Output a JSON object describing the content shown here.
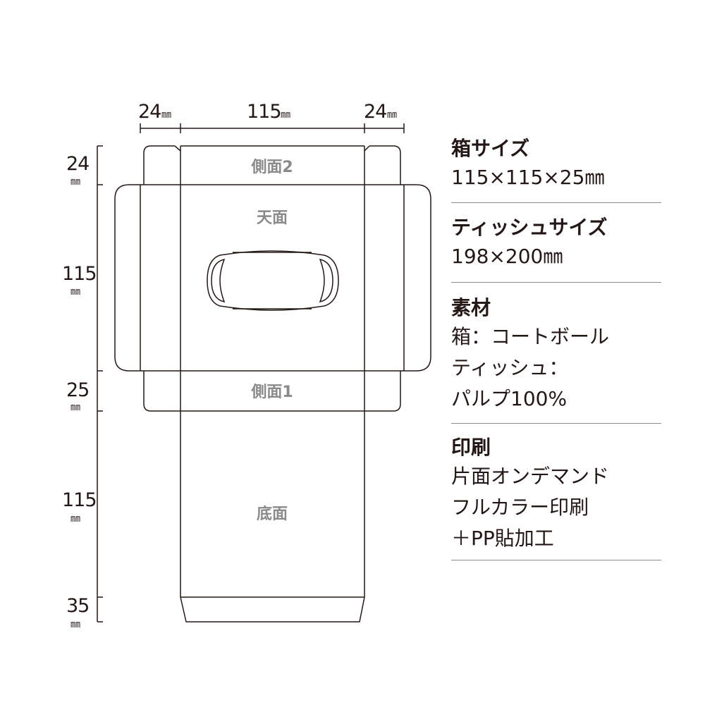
{
  "dimensions": {
    "top": [
      {
        "value": "24",
        "unit": "㎜"
      },
      {
        "value": "115",
        "unit": "㎜"
      },
      {
        "value": "24",
        "unit": "㎜"
      }
    ],
    "left": [
      {
        "value": "24",
        "unit": "㎜"
      },
      {
        "value": "115",
        "unit": "㎜"
      },
      {
        "value": "25",
        "unit": "㎜"
      },
      {
        "value": "115",
        "unit": "㎜"
      },
      {
        "value": "35",
        "unit": "㎜"
      }
    ]
  },
  "panels": {
    "side2": "側面2",
    "top": "天面",
    "side1": "側面1",
    "bottom": "底面"
  },
  "specs": [
    {
      "heading": "箱サイズ",
      "lines": [
        "115×115×25㎜"
      ]
    },
    {
      "heading": "ティッシュサイズ",
      "lines": [
        "198×200㎜"
      ]
    },
    {
      "heading": "素材",
      "lines": [
        "箱：コートボール",
        "ティッシュ：",
        "パルプ100%"
      ]
    },
    {
      "heading": "印刷",
      "lines": [
        "片面オンデマンド",
        "フルカラー印刷",
        "＋PP貼加工"
      ]
    }
  ],
  "colors": {
    "outline": "#231815",
    "label_gray": "#8a8a8a",
    "rule_gray": "#8a8a8a"
  }
}
